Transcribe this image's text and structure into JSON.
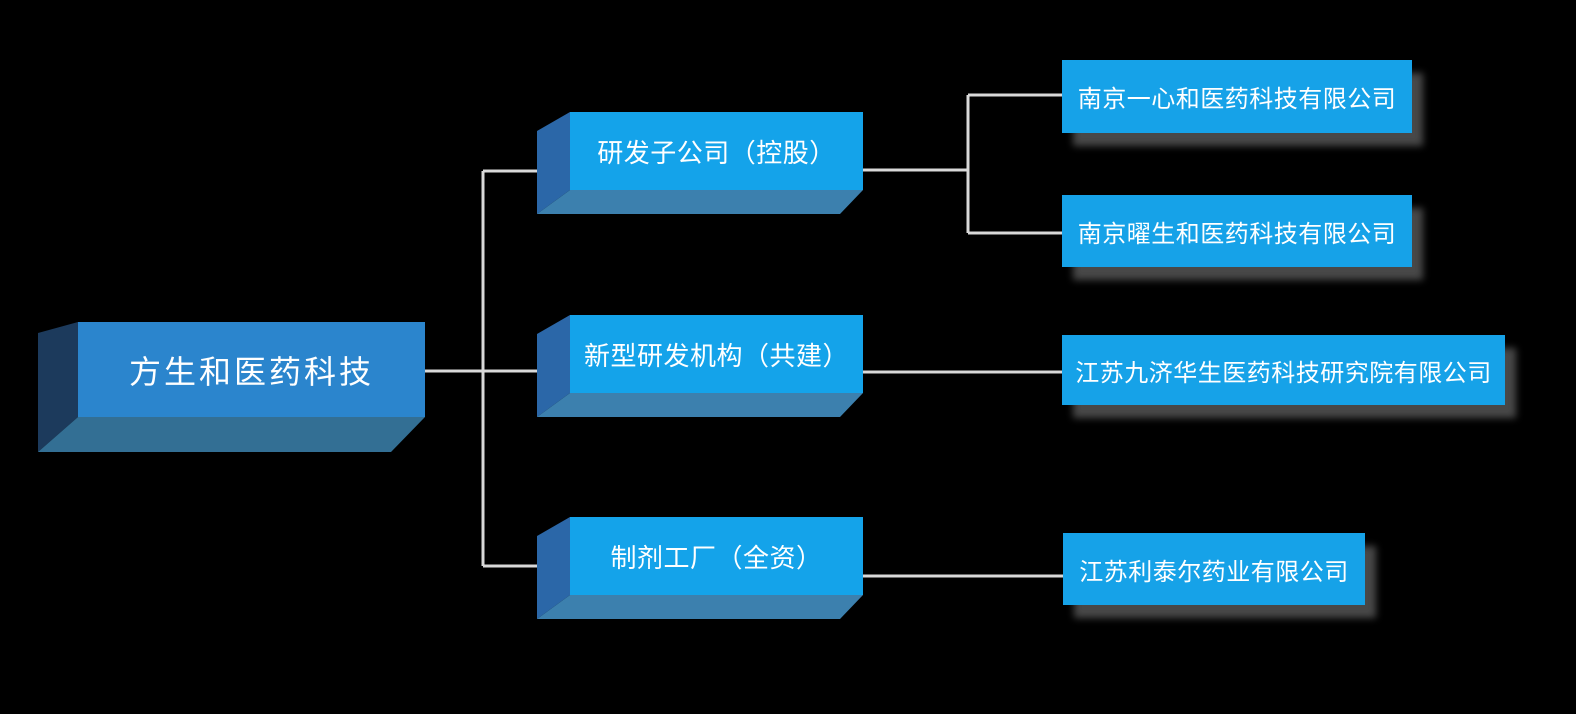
{
  "org": {
    "root": {
      "label": "方生和医药科技"
    },
    "branches": [
      {
        "label": "研发子公司（控股）",
        "children": [
          {
            "label": "南京一心和医药科技有限公司"
          },
          {
            "label": "南京曜生和医药科技有限公司"
          }
        ]
      },
      {
        "label": "新型研发机构（共建）",
        "children": [
          {
            "label": "江苏九济华生医药科技研究院有限公司"
          }
        ]
      },
      {
        "label": "制剂工厂（全资）",
        "children": [
          {
            "label": "江苏利泰尔药业有限公司"
          }
        ]
      }
    ]
  },
  "colors": {
    "background": "#000000",
    "connector": "#d9d9d9",
    "root_front": "#2b85cd",
    "root_side": "#1c3a5c",
    "root_bottom": "#336f94",
    "branch_front": "#14a3ea",
    "branch_side": "#2b67a8",
    "branch_bottom": "#3c80ae",
    "leaf_bg": "#16a2e8",
    "leaf_shadow": "#484848",
    "text": "#ffffff"
  }
}
